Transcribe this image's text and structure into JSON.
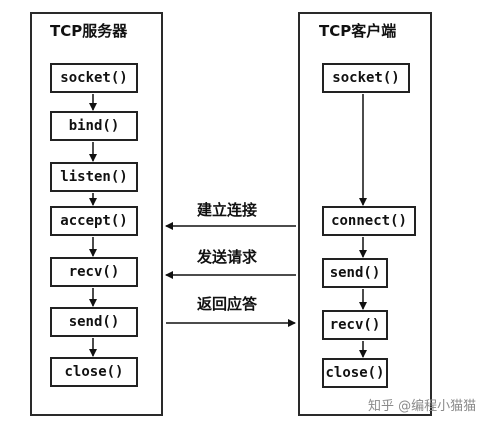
{
  "server": {
    "title": "TCP服务器",
    "steps": [
      "socket()",
      "bind()",
      "listen()",
      "accept()",
      "recv()",
      "send()",
      "close()"
    ]
  },
  "client": {
    "title": "TCP客户端",
    "steps": [
      "socket()",
      "connect()",
      "send()",
      "recv()",
      "close()"
    ]
  },
  "messages": [
    {
      "label": "建立连接",
      "direction": "client-to-server"
    },
    {
      "label": "发送请求",
      "direction": "client-to-server"
    },
    {
      "label": "返回应答",
      "direction": "server-to-client"
    }
  ],
  "watermark": "知乎 @编程小猫猫"
}
